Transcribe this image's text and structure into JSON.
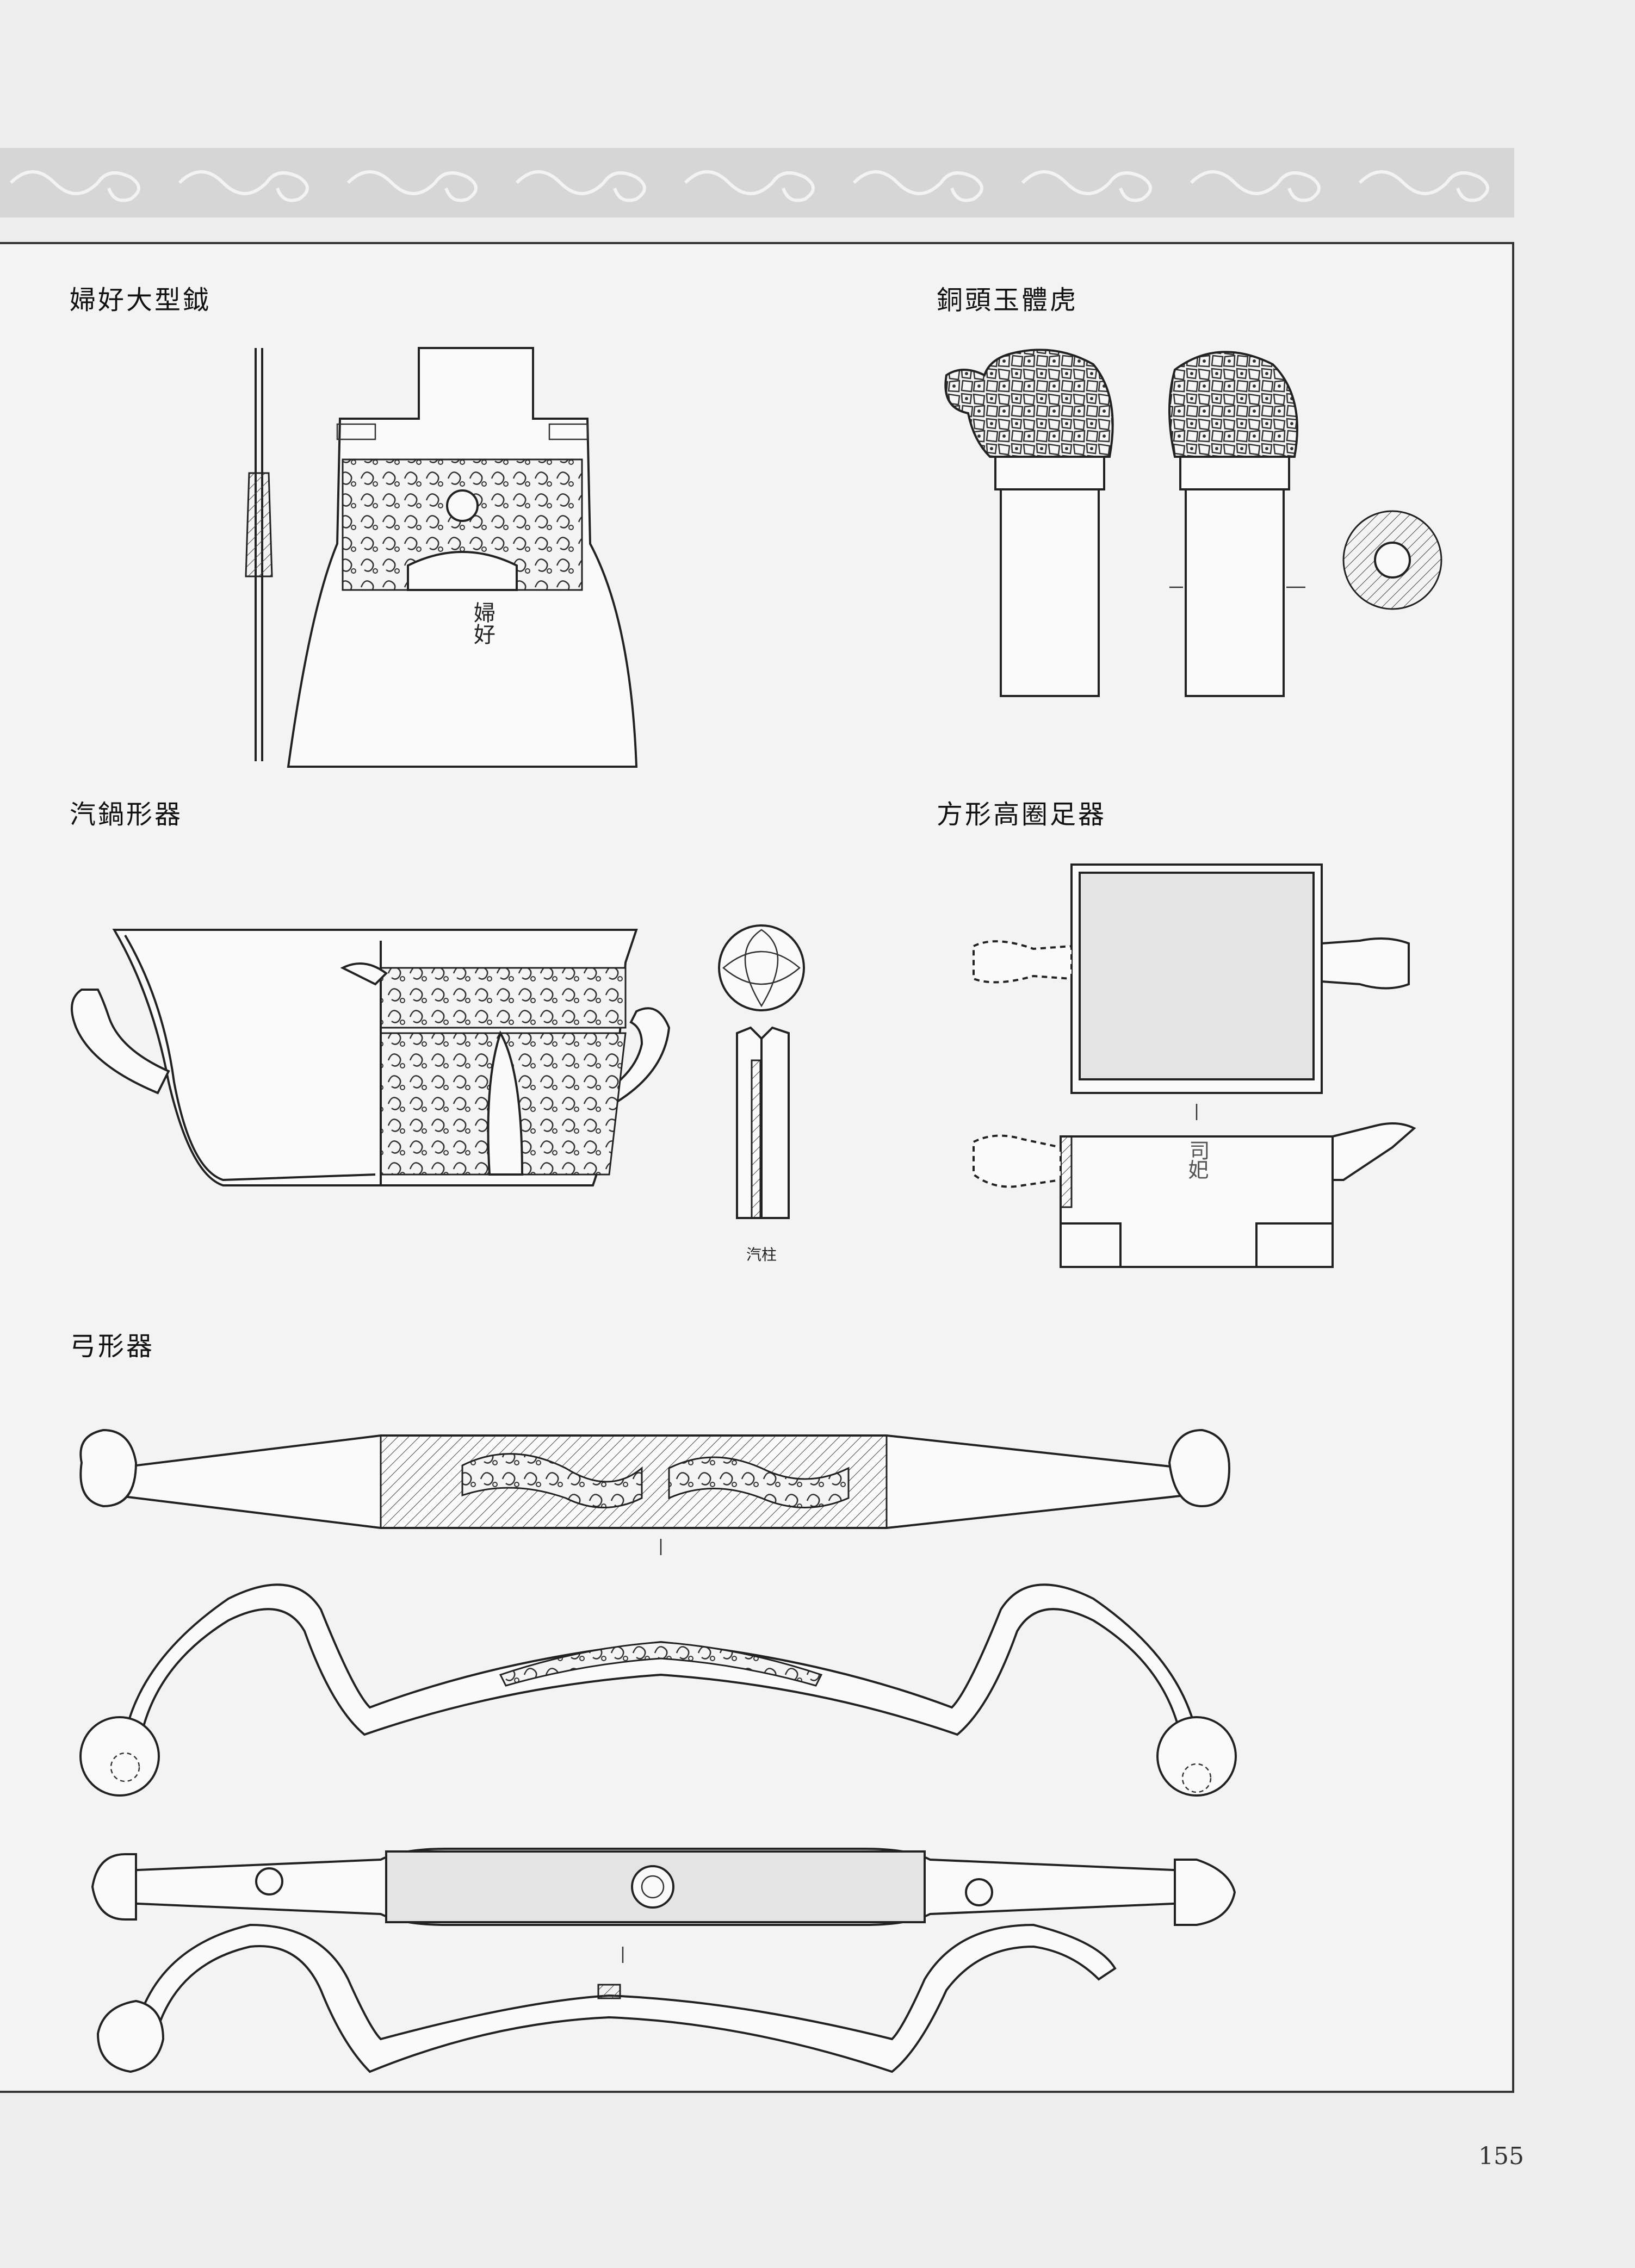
{
  "captions": {
    "axe": "婦好大型鉞",
    "tiger": "銅頭玉體虎",
    "steamer": "汽鍋形器",
    "square_vessel": "方形高圈足器",
    "bow": "弓形器",
    "steam_column": "汽柱"
  },
  "inscriptions": {
    "axe": "婦好",
    "square_vessel": "司𡚱"
  },
  "page_number": "155"
}
